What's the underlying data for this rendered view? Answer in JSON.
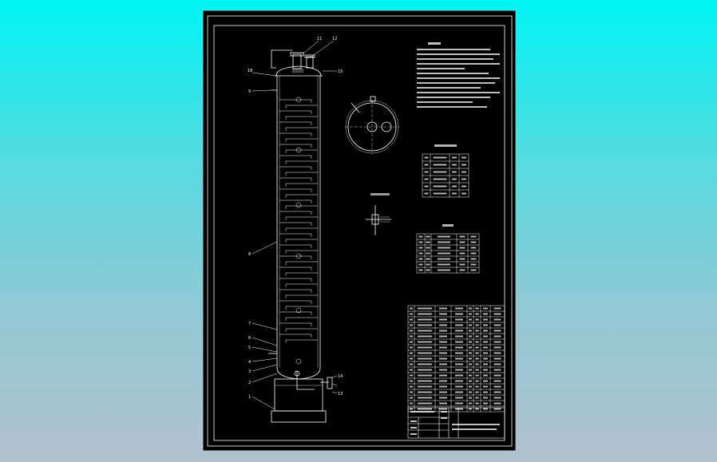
{
  "drawing": {
    "tower_labels_left": [
      "18",
      "9",
      "8",
      "7",
      "6",
      "5",
      "4",
      "3",
      "2",
      "1"
    ],
    "tower_labels_top": [
      "11",
      "12"
    ],
    "tower_labels_right": [
      "15",
      "14",
      "13"
    ],
    "parts_list_rows": 18,
    "nozzle_table_rows": 5,
    "pipe_table_rows": 6
  },
  "colors": {
    "background_top": "#00f4f4",
    "background_bottom": "#b2c0cf",
    "sheet": "#000000",
    "lines": "#ffffff"
  }
}
